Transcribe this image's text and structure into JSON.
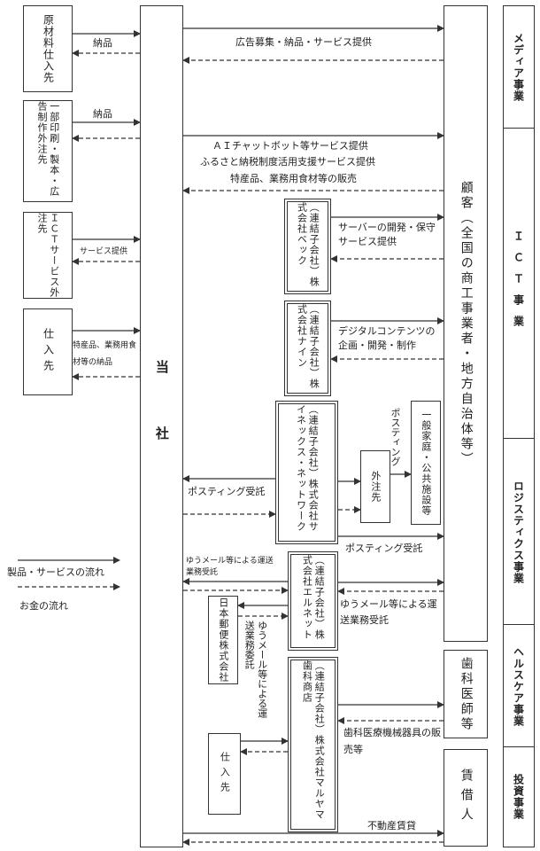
{
  "company": "当社",
  "customer": "顧客（全国の商工事業者・地方自治体等）",
  "suppliers": [
    {
      "id": "raw",
      "label": "原材料仕入先"
    },
    {
      "id": "print",
      "label": "一部印刷・製本・広告制作外注先"
    },
    {
      "id": "ict",
      "label": "ＩＣＴサービス外注先"
    },
    {
      "id": "shiire1",
      "label": "仕入先"
    }
  ],
  "subsidiaries": [
    {
      "id": "bec",
      "label": "（連結子会社）株式会社ベック"
    },
    {
      "id": "nine",
      "label": "（連結子会社）株式会社ナイン"
    },
    {
      "id": "cynex",
      "label": "（連結子会社）株式会社サイネックス・ネットワーク"
    },
    {
      "id": "elnet",
      "label": "（連結子会社）株式会社エルネット"
    },
    {
      "id": "maruyama",
      "label": "（連結子会社）株式会社マルヤマ歯科商店"
    }
  ],
  "others": {
    "outsource": "外注先",
    "households": "一般家庭・公共施設等",
    "japanpost": "日本郵便株式会社",
    "shiire2": "仕入先",
    "dentists": "歯科医師等",
    "lessee": "賃借人"
  },
  "flows": {
    "raw_delivery": "納品",
    "print_delivery": "納品",
    "ict_service": "サービス提供",
    "goods_delivery": "特産品、業務用食材等の納品",
    "media_service": "広告募集・納品・サービス提供",
    "ict_line1": "ＡＩチャットボット等サービス提供",
    "ict_line2": "ふるさと納税制度活用支援サービス提供",
    "ict_line3": "特産品、業務用食材等の販売",
    "bec_service": "サーバーの開発・保守サービス提供",
    "nine_service": "デジタルコンテンツの企画・開発・制作",
    "posting_commission": "ポスティング受託",
    "posting": "ポスティング",
    "posting_received": "ポスティング受託",
    "yumail_received": "ゆうメール等による運送業務受託",
    "yumail_entrusted": "ゆうメール等による運送業務委託",
    "yumail_transport": "ゆうメール等による運送業務受託",
    "dental_sales": "歯科医療機械器具の販売等",
    "real_estate": "不動産賃貸"
  },
  "legend": {
    "product_flow": "製品・サービスの流れ",
    "money_flow": "お金の流れ"
  },
  "segments": [
    "メディア事業",
    "ＩＣＴ事業",
    "ロジスティクス事業",
    "ヘルスケア事業",
    "投資事業"
  ]
}
